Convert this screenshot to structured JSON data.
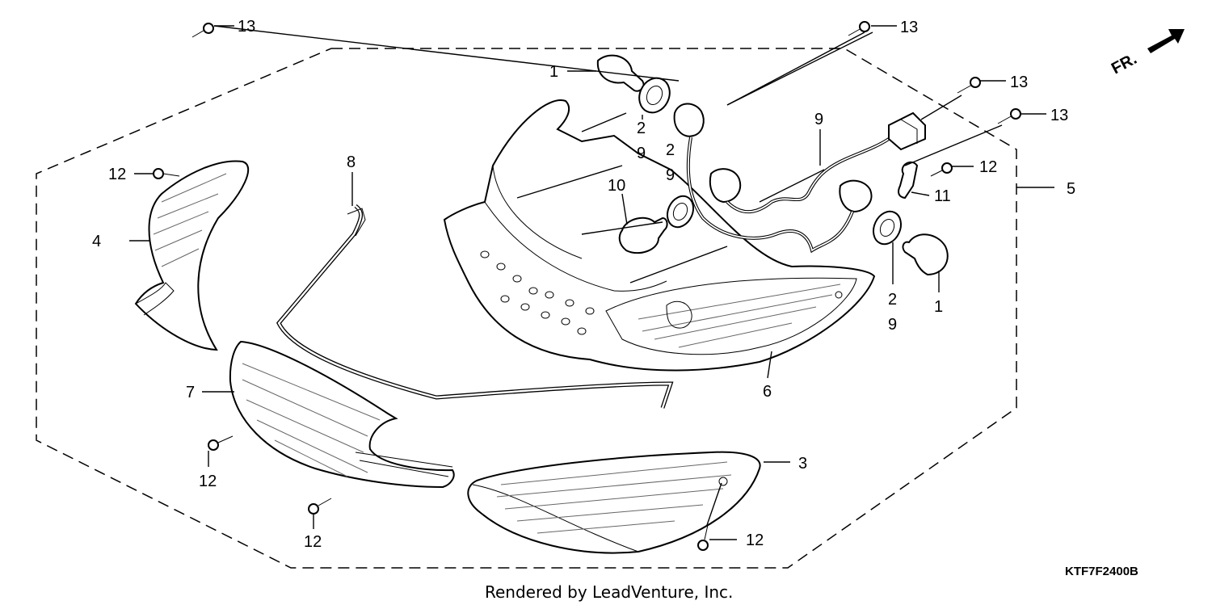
{
  "callouts": {
    "c1a": "1",
    "c1b": "1",
    "c2a": "2",
    "c2b": "2",
    "c2c": "2",
    "c3": "3",
    "c4": "4",
    "c5": "5",
    "c6": "6",
    "c7": "7",
    "c8": "8",
    "c9a": "9",
    "c9b": "9",
    "c9c": "9",
    "c9d": "9",
    "c10": "10",
    "c11": "11",
    "c12a": "12",
    "c12b": "12",
    "c12c": "12",
    "c12d": "12",
    "c12e": "12",
    "c13a": "13",
    "c13b": "13",
    "c13c": "13",
    "c13d": "13"
  },
  "direction_label": "FR.",
  "diagram_code": "KTF7F2400B",
  "credit": "Rendered by LeadVenture, Inc."
}
